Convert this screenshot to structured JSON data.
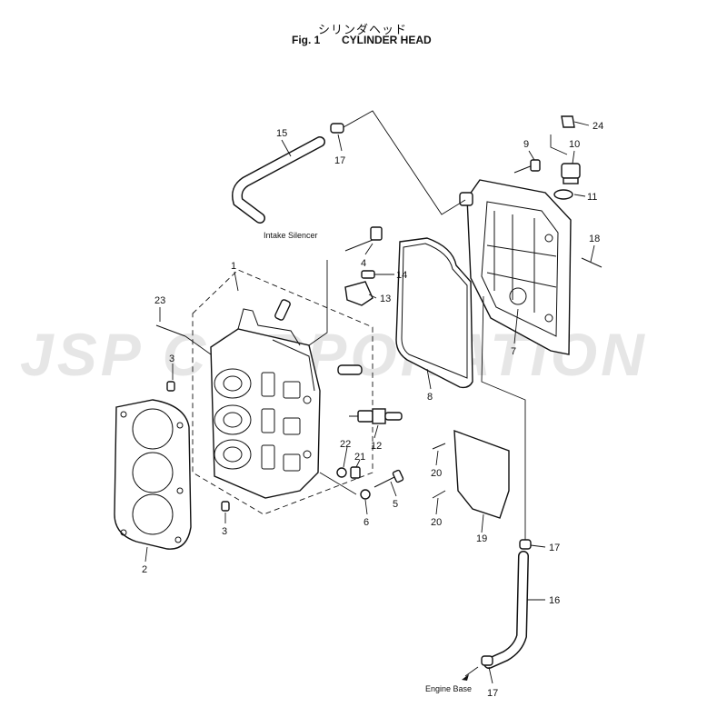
{
  "header": {
    "title_jp": "シリンダヘッド",
    "figure_label": "Fig. 1",
    "title_en": "CYLINDER HEAD"
  },
  "watermark": "JSP CORPORATION",
  "notes": {
    "intake_silencer": "Intake Silencer",
    "engine_base": "Engine Base"
  },
  "callouts": [
    "1",
    "2",
    "3",
    "3",
    "4",
    "5",
    "6",
    "7",
    "8",
    "9",
    "10",
    "11",
    "12",
    "13",
    "14",
    "15",
    "16",
    "17",
    "17",
    "17",
    "18",
    "19",
    "20",
    "20",
    "21",
    "22",
    "23",
    "24"
  ]
}
